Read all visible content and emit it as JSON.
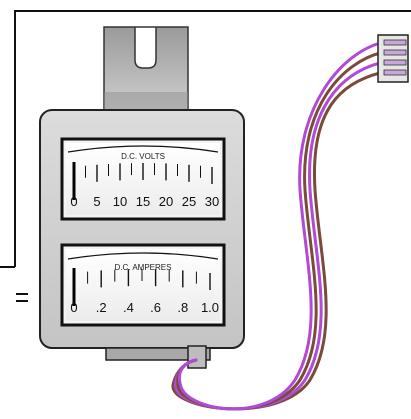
{
  "diagram": {
    "volt_meter": {
      "label": "D.C. VOLTS",
      "ticks": [
        "0",
        "5",
        "10",
        "15",
        "20",
        "25",
        "30"
      ]
    },
    "amp_meter": {
      "label": "D.C. AMPERES",
      "ticks": [
        "0",
        ".2",
        ".4",
        ".6",
        ".8",
        "1.0"
      ]
    },
    "wire_colors": {
      "purple": "#b14ad4",
      "brown": "#7a4a3a"
    },
    "icons": [
      "volt-meter-icon",
      "amp-meter-icon",
      "connector-plug-icon"
    ]
  }
}
